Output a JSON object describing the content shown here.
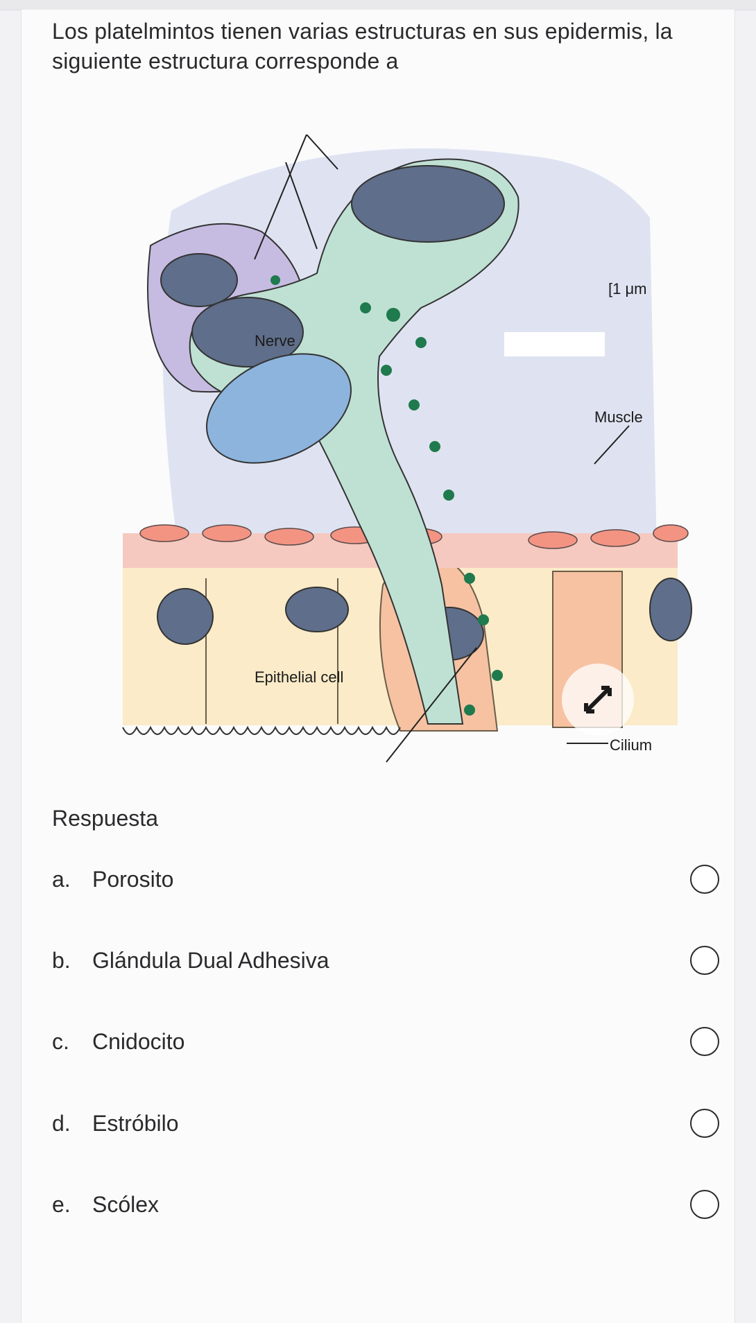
{
  "question": {
    "text": "Los platelmintos tienen varias estructuras en sus epidermis, la siguiente estructura corresponde a"
  },
  "figure": {
    "labels": {
      "nerve": "Nerve",
      "muscle": "Muscle",
      "epithelial_cell": "Epithelial cell",
      "cilium": "Cilium",
      "scale": "[1 μm"
    }
  },
  "answer_heading": "Respuesta",
  "options": [
    {
      "letter": "a.",
      "text": "Porosito",
      "selected": false
    },
    {
      "letter": "b.",
      "text": "Glándula Dual Adhesiva",
      "selected": false
    },
    {
      "letter": "c.",
      "text": "Cnidocito",
      "selected": false
    },
    {
      "letter": "d.",
      "text": "Estróbilo",
      "selected": false
    },
    {
      "letter": "e.",
      "text": "Scólex",
      "selected": false
    }
  ]
}
